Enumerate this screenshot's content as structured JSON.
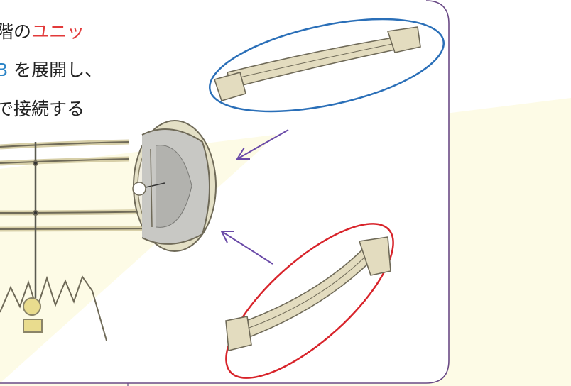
{
  "instruction": {
    "line1": {
      "text": "階の",
      "highlight": "ユニッ"
    },
    "line2": {
      "highlight": "B",
      "text": " を展開し、"
    },
    "line3": {
      "text": "で接続する"
    }
  },
  "colors": {
    "highlight_red": "#e23a3a",
    "highlight_blue": "#2e86c8",
    "background_band": "#fdfbe6",
    "panel_border": "#6a4a86",
    "arrow": "#6a4aa8",
    "ellipse_top": "#2a6fb8",
    "ellipse_bottom": "#d8232a",
    "beam_fill": "#e3dcbf",
    "hub_gray": "#bdbdbd"
  },
  "illustration": {
    "parts": [
      "beam-unit-a",
      "beam-unit-b",
      "round-hub",
      "frame-structure"
    ],
    "icons": [
      "arrow-icon",
      "arrow-icon"
    ]
  }
}
